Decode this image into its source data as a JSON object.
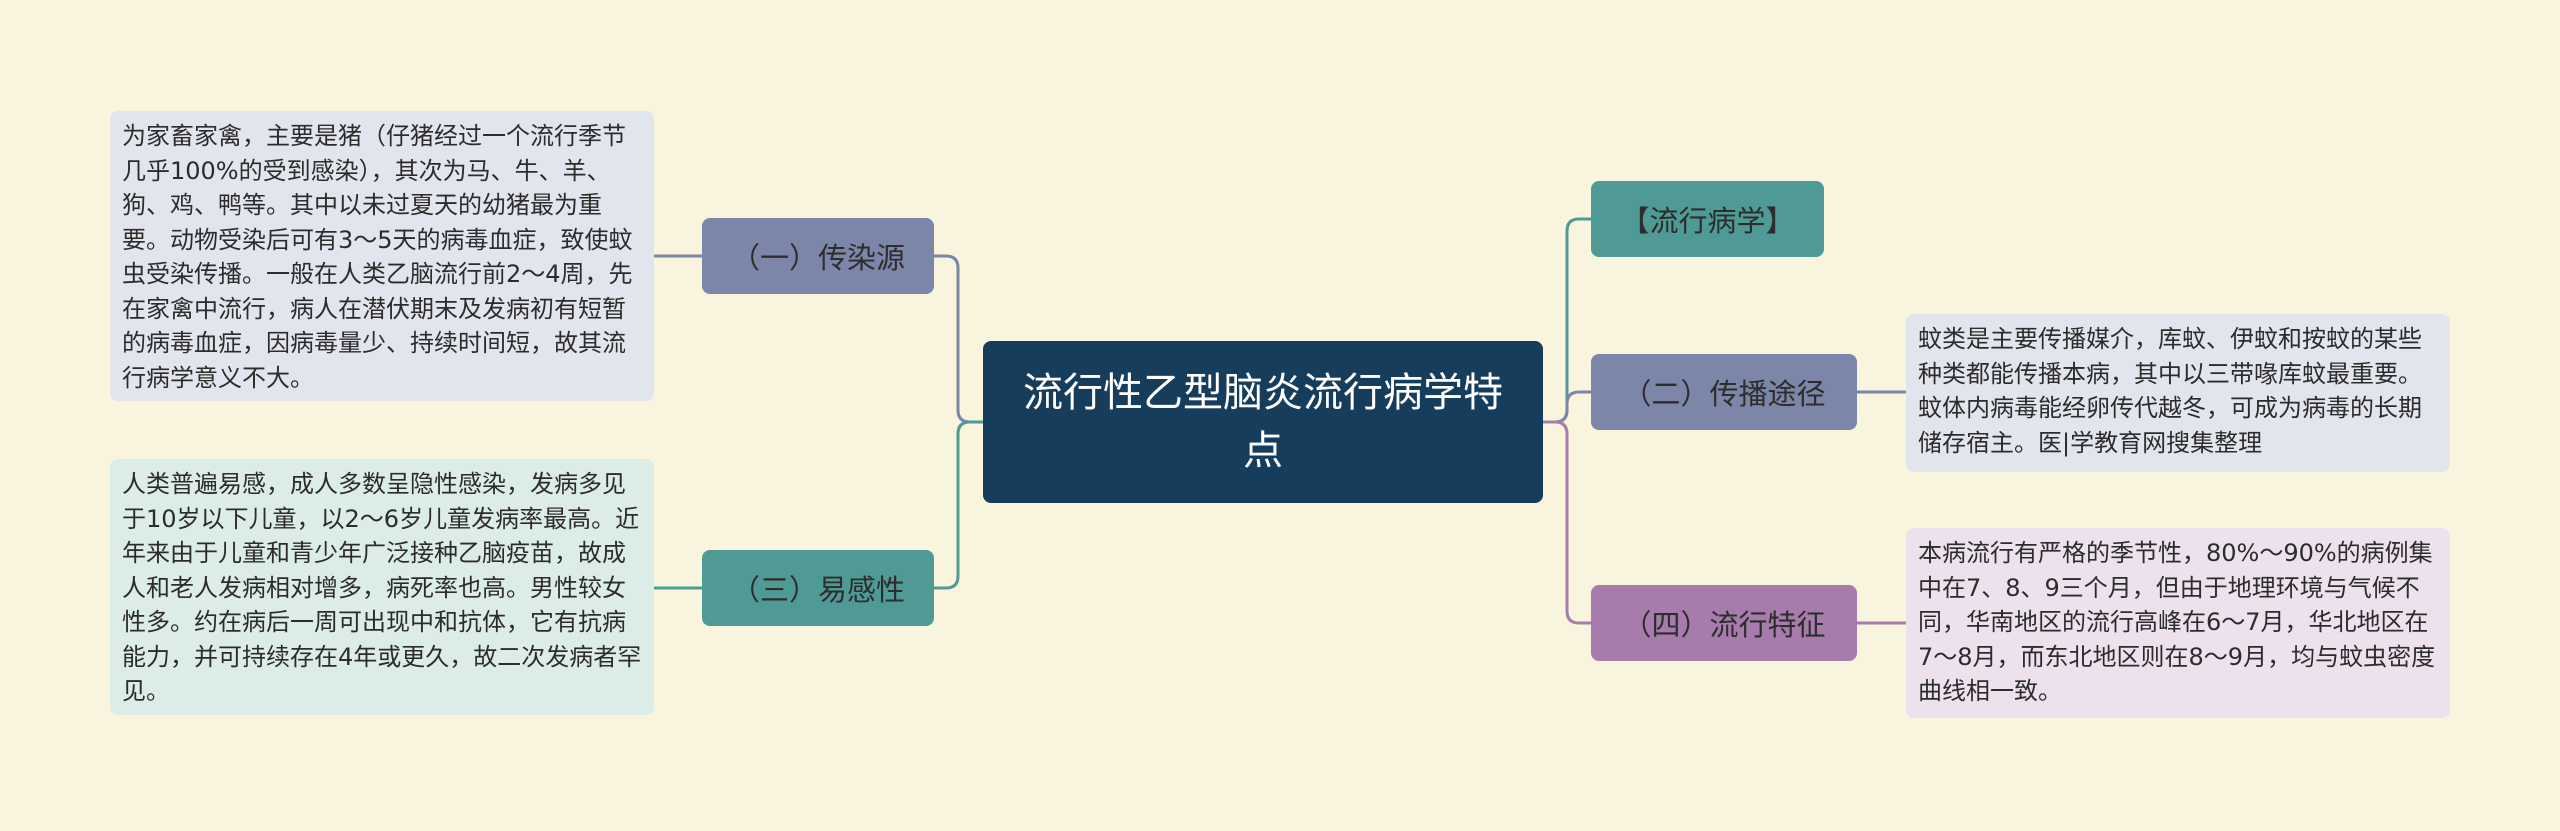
{
  "root": {
    "title": "流行性乙型脑炎流行病学特点"
  },
  "branches": {
    "epidemiology": {
      "label": "【流行病学】"
    },
    "source": {
      "label": "（一）传染源",
      "detail": "为家畜家禽，主要是猪（仔猪经过一个流行季节几乎100%的受到感染），其次为马、牛、羊、狗、鸡、鸭等。其中以未过夏天的幼猪最为重要。动物受染后可有3～5天的病毒血症，致使蚊虫受染传播。一般在人类乙脑流行前2～4周，先在家禽中流行，病人在潜伏期末及发病初有短暂的病毒血症，因病毒量少、持续时间短，故其流行病学意义不大。"
    },
    "transmission": {
      "label": "（二）传播途径",
      "detail": "蚊类是主要传播媒介，库蚊、伊蚊和按蚊的某些种类都能传播本病，其中以三带喙库蚊最重要。蚊体内病毒能经卵传代越冬，可成为病毒的长期储存宿主。医|学教育网搜集整理"
    },
    "susceptibility": {
      "label": "（三）易感性",
      "detail": "人类普遍易感，成人多数呈隐性感染，发病多见于10岁以下儿童，以2～6岁儿童发病率最高。近年来由于儿童和青少年广泛接种乙脑疫苗，故成人和老人发病相对增多，病死率也高。男性较女性多。约在病后一周可出现中和抗体，它有抗病能力，并可持续存在4年或更久，故二次发病者罕见。"
    },
    "features": {
      "label": "（四）流行特征",
      "detail": "本病流行有严格的季节性，80%～90%的病例集中在7、8、9三个月，但由于地理环境与气候不同，华南地区的流行高峰在6～7月，华北地区在7～8月，而东北地区则在8～9月，均与蚊虫密度曲线相一致。"
    }
  },
  "colors": {
    "background": "#f9f4de",
    "root": "#173d5c",
    "slate_branch": "#7b86a8",
    "teal_branch": "#4f9a95",
    "purple_branch": "#a77cac"
  }
}
